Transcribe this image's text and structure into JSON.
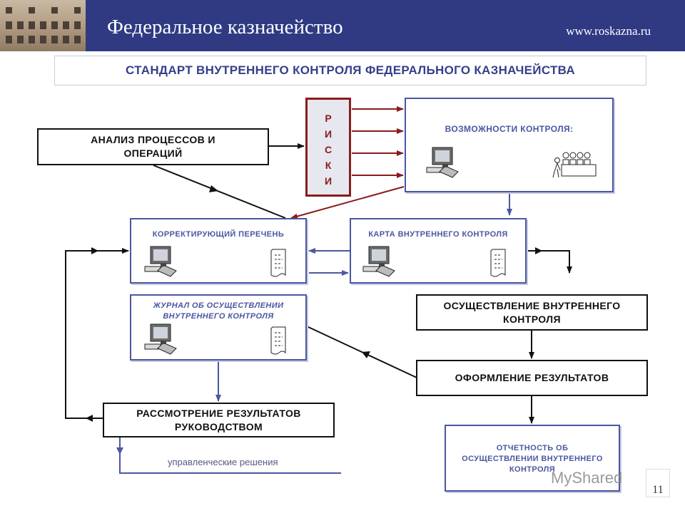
{
  "header": {
    "title": "Федеральное казначейство",
    "url": "www.roskazna.ru"
  },
  "slide_title": "СТАНДАРТ ВНУТРЕННЕГО КОНТРОЛЯ ФЕДЕРАЛЬНОГО КАЗНАЧЕЙСТВА",
  "risks": [
    "Р",
    "И",
    "С",
    "К",
    "И"
  ],
  "nodes": {
    "analysis": "АНАЛИЗ ПРОЦЕССОВ И ОПЕРАЦИЙ",
    "control_options": "ВОЗМОЖНОСТИ КОНТРОЛЯ:",
    "corrective_list": "КОРРЕКТИРУЮЩИЙ ПЕРЕЧЕНЬ",
    "control_map": "КАРТА ВНУТРЕННЕГО КОНТРОЛЯ",
    "journal": "ЖУРНАЛ ОБ ОСУЩЕСТВЛЕНИИ ВНУТРЕННЕГО КОНТРОЛЯ",
    "implementation": "ОСУЩЕСТВЛЕНИЕ ВНУТРЕННЕГО КОНТРОЛЯ",
    "results": "ОФОРМЛЕНИЕ РЕЗУЛЬТАТОВ",
    "review": "РАССМОТРЕНИЕ РЕЗУЛЬТАТОВ РУКОВОДСТВОМ",
    "report": "ОТЧЕТНОСТЬ ОБ ОСУЩЕСТВЛЕНИИ ВНУТРЕННЕГО КОНТРОЛЯ"
  },
  "footer_note": "управленческие решения",
  "watermark": "MyShared",
  "page_number": "11",
  "colors": {
    "header_bg": "#2f3a83",
    "blue_border": "#4a57a0",
    "risk_red": "#8a1c1c"
  }
}
